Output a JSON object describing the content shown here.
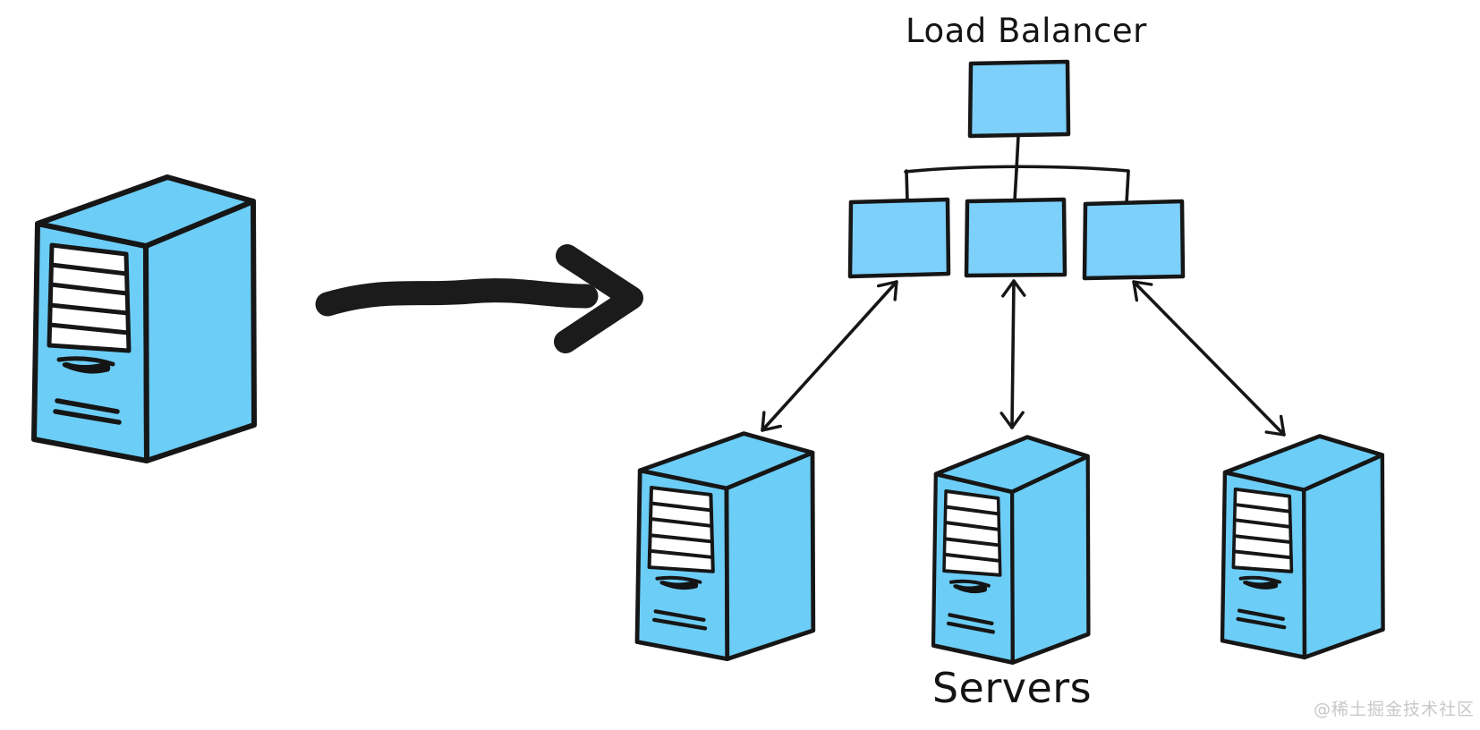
{
  "diagram": {
    "type": "hand-drawn architecture sketch",
    "labels": {
      "load_balancer": "Load Balancer",
      "servers": "Servers"
    },
    "watermark": "@稀土掘金技术社区",
    "colors": {
      "background": "#FFFFFF",
      "node_fill": "#7CD0FA",
      "tower_fill": "#6CCDF6",
      "panel_fill": "#FFFFFF",
      "ink": "#161616",
      "arrow_ink": "#1B1B1B",
      "watermark_text": "#C8C8C8"
    },
    "icons": {
      "server_tower": "server-tower-icon",
      "flow_arrow": "thick-right-arrow-icon",
      "double_arrow": "double-headed-arrow"
    },
    "nodes": [
      {
        "id": "standalone-server",
        "type": "server-tower"
      },
      {
        "id": "load-balancer",
        "type": "box",
        "label": "Load Balancer"
      },
      {
        "id": "lb-port-1",
        "type": "box"
      },
      {
        "id": "lb-port-2",
        "type": "box"
      },
      {
        "id": "lb-port-3",
        "type": "box"
      },
      {
        "id": "server-1",
        "type": "server-tower"
      },
      {
        "id": "server-2",
        "type": "server-tower"
      },
      {
        "id": "server-3",
        "type": "server-tower"
      }
    ],
    "edges": [
      {
        "from": "standalone-server",
        "to": "load-balancer",
        "style": "thick-arrow"
      },
      {
        "from": "load-balancer",
        "to": "lb-port-1",
        "style": "line"
      },
      {
        "from": "load-balancer",
        "to": "lb-port-2",
        "style": "line"
      },
      {
        "from": "load-balancer",
        "to": "lb-port-3",
        "style": "line"
      },
      {
        "from": "lb-port-1",
        "to": "server-1",
        "style": "double-arrow"
      },
      {
        "from": "lb-port-2",
        "to": "server-2",
        "style": "double-arrow"
      },
      {
        "from": "lb-port-3",
        "to": "server-3",
        "style": "double-arrow"
      }
    ],
    "counts": {
      "lb_children": 3,
      "servers": 3
    }
  }
}
